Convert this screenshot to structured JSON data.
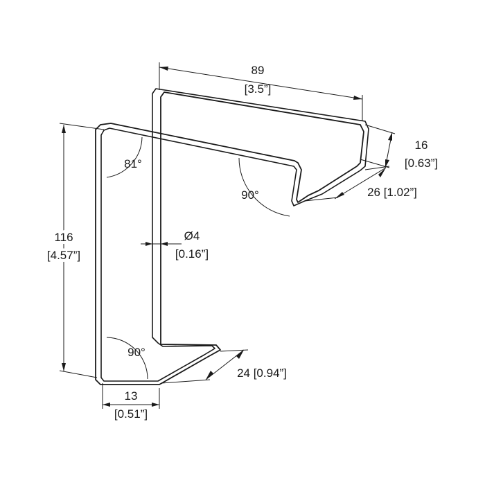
{
  "colors": {
    "line": "#1a1a1a",
    "background": "#ffffff"
  },
  "dimensions": {
    "width": {
      "value": "89",
      "inch": "[3.5”]"
    },
    "height": {
      "value": "116",
      "inch": "[4.57”]"
    },
    "top_depth": {
      "value": "16",
      "inch": "[0.63”]"
    },
    "top_lip": {
      "label": "26 [1.02”]"
    },
    "wire_diameter": {
      "value": "Ø4",
      "inch": "[0.16”]"
    },
    "bottom_lip": {
      "label": "24 [0.94”]"
    },
    "bottom_depth": {
      "value": "13",
      "inch": "[0.51”]"
    }
  },
  "angles": {
    "upper_left": "81°",
    "upper_right": "90°",
    "lower_left": "90°"
  }
}
